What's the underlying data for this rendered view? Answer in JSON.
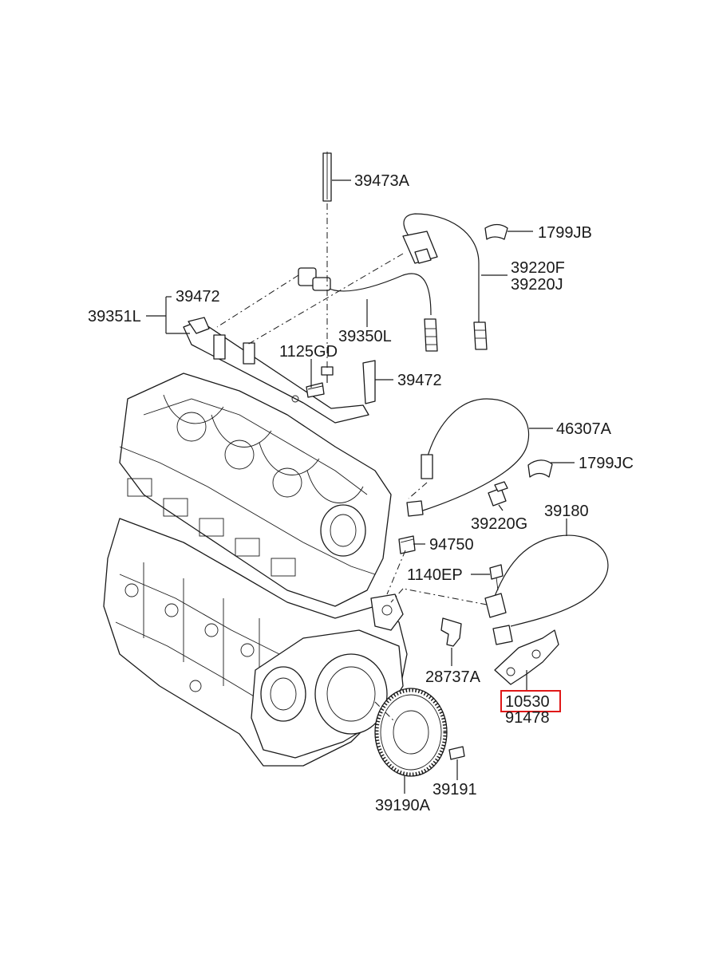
{
  "labels": {
    "p39473A": "39473A",
    "p1799JB": "1799JB",
    "p39220F": "39220F",
    "p39220J": "39220J",
    "p39472_top": "39472",
    "p39351L": "39351L",
    "p39350L": "39350L",
    "p1125GD": "1125GD",
    "p39472_mid": "39472",
    "p46307A": "46307A",
    "p1799JC": "1799JC",
    "p39180": "39180",
    "p39220G": "39220G",
    "p94750": "94750",
    "p1140EP": "1140EP",
    "p28737A": "28737A",
    "p10530": "10530",
    "p91478": "91478",
    "p39191": "39191",
    "p39190A": "39190A"
  },
  "highlight": {
    "part": "10530",
    "color": "#e01818"
  },
  "colors": {
    "line": "#1a1a1a",
    "background": "#ffffff"
  }
}
